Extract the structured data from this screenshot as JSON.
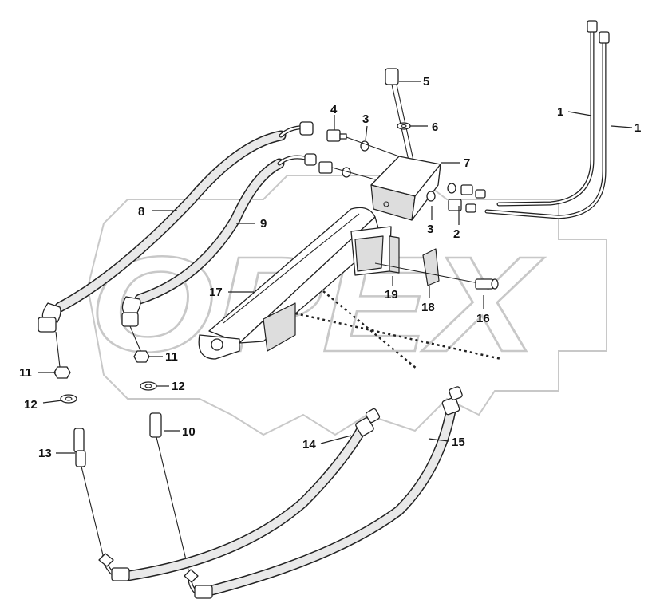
{
  "watermark": {
    "text": "OPEX"
  },
  "callouts": [
    {
      "id": "c1a",
      "label": "1"
    },
    {
      "id": "c1b",
      "label": "1"
    },
    {
      "id": "c2",
      "label": "2"
    },
    {
      "id": "c3a",
      "label": "3"
    },
    {
      "id": "c3b",
      "label": "3"
    },
    {
      "id": "c4",
      "label": "4"
    },
    {
      "id": "c5",
      "label": "5"
    },
    {
      "id": "c6",
      "label": "6"
    },
    {
      "id": "c7",
      "label": "7"
    },
    {
      "id": "c8",
      "label": "8"
    },
    {
      "id": "c9",
      "label": "9"
    },
    {
      "id": "c10",
      "label": "10"
    },
    {
      "id": "c11a",
      "label": "11"
    },
    {
      "id": "c11b",
      "label": "11"
    },
    {
      "id": "c12a",
      "label": "12"
    },
    {
      "id": "c12b",
      "label": "12"
    },
    {
      "id": "c13",
      "label": "13"
    },
    {
      "id": "c14",
      "label": "14"
    },
    {
      "id": "c15",
      "label": "15"
    },
    {
      "id": "c16",
      "label": "16"
    },
    {
      "id": "c17",
      "label": "17"
    },
    {
      "id": "c18",
      "label": "18"
    },
    {
      "id": "c19",
      "label": "19"
    }
  ]
}
